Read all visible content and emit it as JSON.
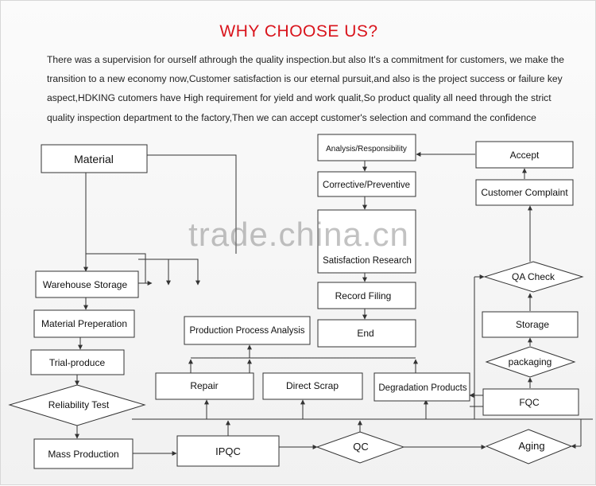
{
  "title": "WHY CHOOSE US?",
  "intro": "There was a supervision for ourself athrough the quality inspection.but also It's a commitment for customers, we make the transition to a new economy now,Customer satisfaction is our eternal pursuit,and also is the project success or failure key aspect,HDKING cutomers have High requirement for yield and work qualit,So product quality all need through the strict quality inspection department to the factory,Then we can accept customer's selection and command the confidence",
  "watermark": "trade.china.cn",
  "nodes": {
    "material": "Material",
    "warehouse_storage": "Warehouse Storage",
    "material_preperation": "Material Preperation",
    "trial_produce": "Trial-produce",
    "reliability_test": "Reliability Test",
    "mass_production": "Mass Production",
    "ipqc": "IPQC",
    "qc": "QC",
    "aging": "Aging",
    "repair": "Repair",
    "direct_scrap": "Direct Scrap",
    "degradation_products": "Degradation Products",
    "production_process_analysis": "Production Process Analysis",
    "analysis_responsibility": "Analysis/Responsibility",
    "corrective_preventive": "Corrective/Preventive",
    "satisfaction_research": "Satisfaction Research",
    "record_filing": "Record Filing",
    "end": "End",
    "accept": "Accept",
    "customer_complaint": "Customer Complaint",
    "qa_check": "QA Check",
    "storage": "Storage",
    "packaging": "packaging",
    "fqc": "FQC"
  }
}
